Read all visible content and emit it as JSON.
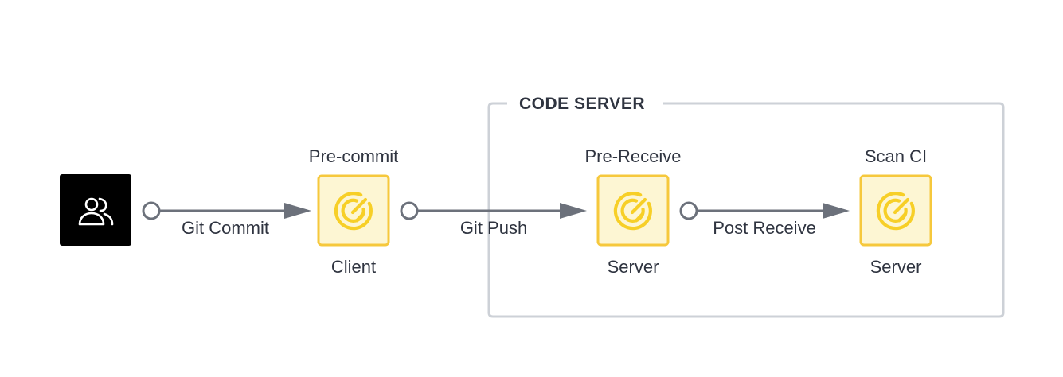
{
  "group": {
    "label": "CODE SERVER"
  },
  "nodes": {
    "user": {
      "icon": "users-icon",
      "color": "#000000",
      "icon_color": "#ffffff"
    },
    "precommit": {
      "icon": "ggshield-logo-icon",
      "top_label": "Pre-commit",
      "bottom_label": "Client"
    },
    "prereceive": {
      "icon": "ggshield-logo-icon",
      "top_label": "Pre-Receive",
      "bottom_label": "Server"
    },
    "scanci": {
      "icon": "ggshield-logo-icon",
      "top_label": "Scan CI",
      "bottom_label": "Server"
    }
  },
  "edges": {
    "commit": {
      "label": "Git Commit"
    },
    "push": {
      "label": "Git Push"
    },
    "postreceive": {
      "label": "Post Receive"
    }
  },
  "colors": {
    "node_fill": "#fdf6d3",
    "node_border": "#f6c83c",
    "logo": "#f7cf27",
    "edge": "#6c717b",
    "group_border": "#cdd1d7",
    "text": "#2f3440"
  }
}
